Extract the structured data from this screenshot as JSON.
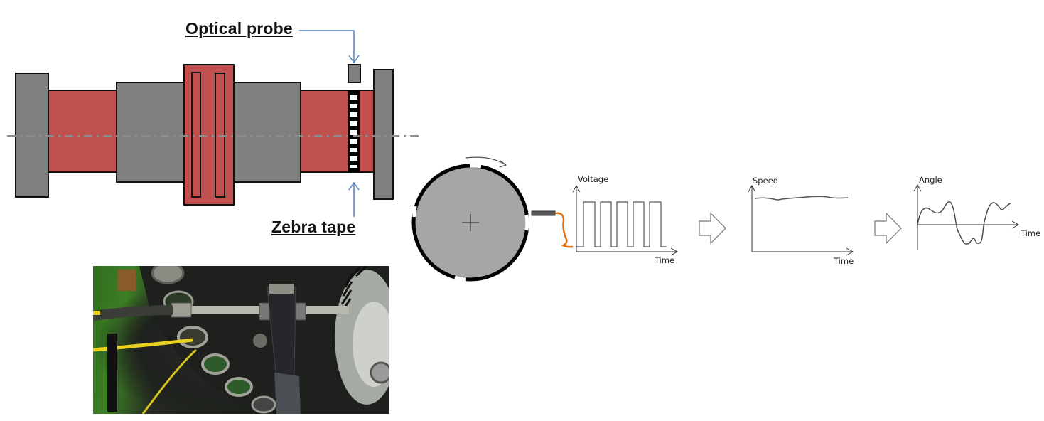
{
  "shaft_diagram": {
    "optical_probe_label": "Optical probe",
    "zebra_tape_label": "Zebra tape",
    "colors": {
      "shaft_red": "#c0504d",
      "block_gray": "#7f7f7f",
      "outline": "#111111",
      "arrow_blue": "#4f81bd",
      "centerline": "#8c8c8c"
    }
  },
  "encoder_disc": {
    "colors": {
      "disc_fill": "#a6a6a6",
      "rim": "#000000",
      "cable": "#e46c0a",
      "probe": "#595959"
    }
  },
  "photo": {
    "description": "Photograph of optical probe mounted near zebra tape on rotating shaft"
  },
  "chart_data": [
    {
      "type": "line",
      "title": "",
      "ylabel": "Voltage",
      "xlabel": "Time",
      "description": "Square pulse train (5 pulses)",
      "x": [
        0,
        1,
        1,
        3,
        3,
        4,
        4,
        6,
        6,
        7,
        7,
        9,
        9,
        10,
        10,
        12,
        12,
        13,
        13,
        15,
        15,
        16
      ],
      "values": [
        0,
        0,
        1,
        1,
        0,
        0,
        1,
        1,
        0,
        0,
        1,
        1,
        0,
        0,
        1,
        1,
        0,
        0,
        1,
        1,
        0,
        0
      ]
    },
    {
      "type": "line",
      "title": "",
      "ylabel": "Speed",
      "xlabel": "Time",
      "description": "Nearly constant speed with small fluctuations",
      "x": [
        0,
        1,
        2,
        3,
        4,
        5,
        6,
        7,
        8,
        9,
        10
      ],
      "values": [
        0.85,
        0.85,
        0.84,
        0.83,
        0.84,
        0.845,
        0.85,
        0.855,
        0.86,
        0.845,
        0.85
      ]
    },
    {
      "type": "line",
      "title": "",
      "ylabel": "Angle",
      "xlabel": "Time",
      "description": "Oscillating angle signal crossing zero",
      "x": [
        0,
        1,
        2,
        3,
        4,
        5,
        6,
        7,
        8,
        9,
        10,
        11,
        12
      ],
      "values": [
        0,
        0.55,
        0.45,
        0.75,
        0,
        -0.65,
        -0.55,
        -0.7,
        0,
        0.6,
        0.45,
        0.55,
        0.6
      ]
    }
  ],
  "labels": {
    "voltage": "Voltage",
    "speed": "Speed",
    "angle": "Angle",
    "time": "Time"
  }
}
